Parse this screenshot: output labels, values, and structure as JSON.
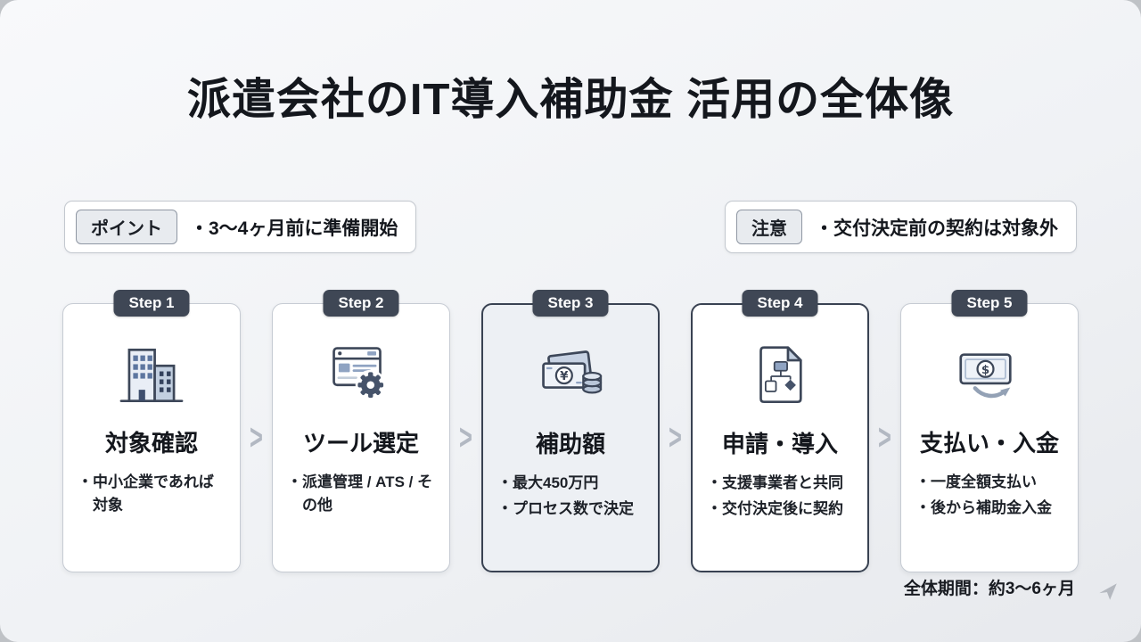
{
  "page": {
    "title": "派遣会社のIT導入補助金 活用の全体像",
    "footer": "全体期間：約3〜6ヶ月"
  },
  "callouts": {
    "point": {
      "badge": "ポイント",
      "text": "・3〜4ヶ月前に準備開始"
    },
    "caution": {
      "badge": "注意",
      "text": "・交付決定前の契約は対象外"
    }
  },
  "steps": [
    {
      "badge": "Step 1",
      "icon": "building-icon",
      "title": "対象確認",
      "lines": [
        "・中小企業であれば対象"
      ],
      "highlight": false,
      "tinted": false
    },
    {
      "badge": "Step 2",
      "icon": "browser-gear-icon",
      "title": "ツール選定",
      "lines": [
        "・派遣管理 / ATS / その他"
      ],
      "highlight": false,
      "tinted": false
    },
    {
      "badge": "Step 3",
      "icon": "yen-banknotes-icon",
      "title": "補助額",
      "lines": [
        "・最大450万円",
        "・プロセス数で決定"
      ],
      "highlight": true,
      "tinted": true
    },
    {
      "badge": "Step 4",
      "icon": "flowchart-document-icon",
      "title": "申請・導入",
      "lines": [
        "・支援事業者と共同",
        "・交付決定後に契約"
      ],
      "highlight": true,
      "tinted": false
    },
    {
      "badge": "Step 5",
      "icon": "dollar-payment-icon",
      "title": "支払い・入金",
      "lines": [
        "・一度全額支払い",
        "・後から補助金入金"
      ],
      "highlight": false,
      "tinted": false
    }
  ],
  "separator": {
    "glyph": ">"
  },
  "colors": {
    "badge_dark": "#3f4755",
    "highlight_border": "#394252",
    "icon_stroke": "#3d4759",
    "icon_fill_light": "#e9eef6",
    "icon_fill_mid": "#c2cfe0",
    "icon_accent": "#8fa3c2"
  }
}
